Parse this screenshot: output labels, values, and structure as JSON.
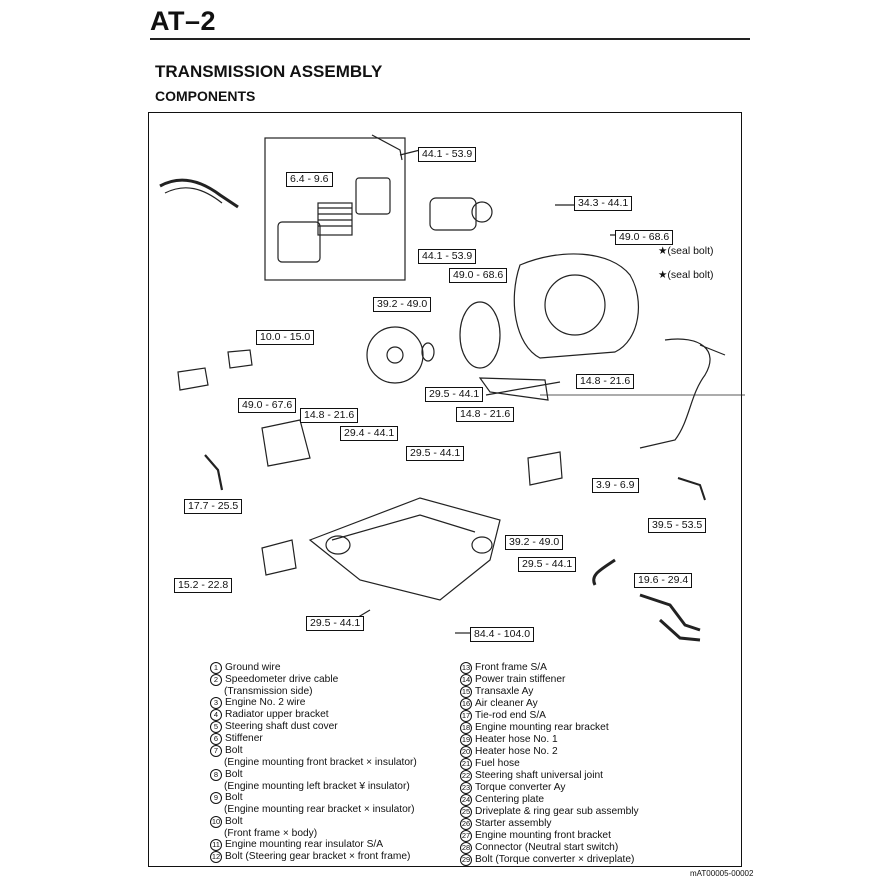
{
  "header": {
    "page_code": "AT–2",
    "section_title": "TRANSMISSION ASSEMBLY",
    "sub_title": "COMPONENTS"
  },
  "torque_specs": [
    "44.1 - 53.9",
    "6.4 - 9.6",
    "34.3 - 44.1",
    "44.1 - 53.9",
    "49.0 - 68.6",
    "49.0 - 68.6",
    "39.2 - 49.0",
    "10.0 - 15.0",
    "29.5 - 44.1",
    "14.8 - 21.6",
    "49.0 - 67.6",
    "14.8 - 21.6",
    "14.8 - 21.6",
    "29.4 - 44.1",
    "29.5 - 44.1",
    "3.9 - 6.9",
    "17.7 - 25.5",
    "39.2 - 49.0",
    "39.5 - 53.5",
    "29.5 - 44.1",
    "15.2 - 22.8",
    "19.6 - 29.4",
    "29.5 - 44.1",
    "84.4 - 104.0"
  ],
  "callouts": {
    "seal_bolt_1": "★(seal bolt)",
    "seal_bolt_2": "★(seal bolt)"
  },
  "legend_left": [
    {
      "num": "1",
      "label": "Ground wire"
    },
    {
      "num": "2",
      "label": "Speedometer drive cable",
      "sub": "(Transmission side)"
    },
    {
      "num": "3",
      "label": "Engine No. 2 wire"
    },
    {
      "num": "4",
      "label": "Radiator upper bracket"
    },
    {
      "num": "5",
      "label": "Steering shaft dust cover"
    },
    {
      "num": "6",
      "label": "Stiffener"
    },
    {
      "num": "7",
      "label": "Bolt",
      "sub": "(Engine mounting front bracket × insulator)"
    },
    {
      "num": "8",
      "label": "Bolt",
      "sub": "(Engine mounting left bracket ¥ insulator)"
    },
    {
      "num": "9",
      "label": "Bolt",
      "sub": "(Engine mounting rear bracket × insulator)"
    },
    {
      "num": "10",
      "label": "Bolt",
      "sub": "(Front frame × body)"
    },
    {
      "num": "11",
      "label": "Engine mounting rear insulator S/A"
    },
    {
      "num": "12",
      "label": "Bolt (Steering gear bracket × front frame)"
    }
  ],
  "legend_right": [
    {
      "num": "13",
      "label": "Front frame S/A"
    },
    {
      "num": "14",
      "label": "Power train stiffener"
    },
    {
      "num": "15",
      "label": "Transaxle Ay"
    },
    {
      "num": "16",
      "label": "Air cleaner Ay"
    },
    {
      "num": "17",
      "label": "Tie-rod end S/A"
    },
    {
      "num": "18",
      "label": "Engine mounting rear bracket"
    },
    {
      "num": "19",
      "label": "Heater hose No. 1"
    },
    {
      "num": "20",
      "label": "Heater hose No. 2"
    },
    {
      "num": "21",
      "label": "Fuel hose"
    },
    {
      "num": "22",
      "label": "Steering shaft universal joint"
    },
    {
      "num": "23",
      "label": "Torque converter Ay"
    },
    {
      "num": "24",
      "label": "Centering plate"
    },
    {
      "num": "25",
      "label": "Driveplate & ring gear sub assembly"
    },
    {
      "num": "26",
      "label": "Starter assembly"
    },
    {
      "num": "27",
      "label": "Engine mounting front bracket"
    },
    {
      "num": "28",
      "label": "Connector (Neutral start switch)"
    },
    {
      "num": "29",
      "label": "Bolt (Torque converter × driveplate)"
    }
  ],
  "footer": {
    "doc_code": "mAT00005-00002"
  }
}
